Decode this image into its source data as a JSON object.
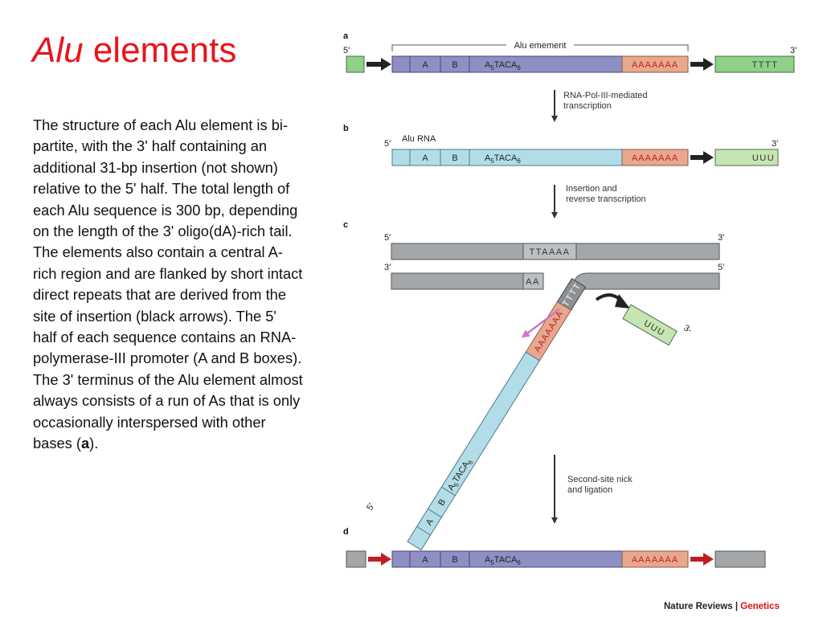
{
  "slide": {
    "title_italic": "Alu",
    "title_rest": " elements",
    "body_main": "The structure of each Alu element is bi-partite, with the 3' half containing an additional 31-bp insertion (not shown) relative to the 5' half. The total length of each Alu sequence is 300 bp, depending on the length of the 3' oligo(dA)-rich tail. The elements also contain a central A-rich region and are flanked by short intact direct repeats that are derived from the site of insertion (black arrows). The 5' half of each sequence contains an RNA-polymerase-III promoter (A and B boxes). The 3' terminus of the Alu element almost always consists of a run of As that is only occasionally interspersed with other bases (",
    "body_bold": "a",
    "body_end": ")."
  },
  "diagram": {
    "panels": {
      "a": "a",
      "b": "b",
      "c": "c",
      "d": "d"
    },
    "ends": {
      "five": "5′",
      "three": "3′",
      "three_alt": "3-"
    },
    "alu_element_label": "Alu emement",
    "alu_rna_label": "Alu RNA",
    "box_a": "A",
    "box_b": "B",
    "box_taca_main": "A",
    "box_taca_sub1": "5",
    "box_taca_mid": "TACA",
    "box_taca_sub2": "6",
    "poly_a": "AAAAAAA",
    "tttt": "TTTT",
    "uuu": "UUU",
    "ttaaaa": "TTAAAA",
    "aa": "AA",
    "step1_line1": "RNA-Pol-III-mediated",
    "step1_line2": "transcription",
    "step2_line1": "Insertion and",
    "step2_line2": "reverse transcription",
    "step3_line1": "Second-site nick",
    "step3_line2": "and ligation"
  },
  "credit": {
    "journal": "Nature Reviews",
    "separator": " | ",
    "section": "Genetics"
  },
  "colors": {
    "title": "#e8141c",
    "green": "#8fd08a",
    "purple": "#8f8fc4",
    "salmon": "#e8a88e",
    "light_blue": "#b2dde8",
    "light_green": "#c5e6b2",
    "gray": "#a3a7a9",
    "dark_red_arrow": "#c01e22",
    "pink_arrow": "#c979c4"
  }
}
